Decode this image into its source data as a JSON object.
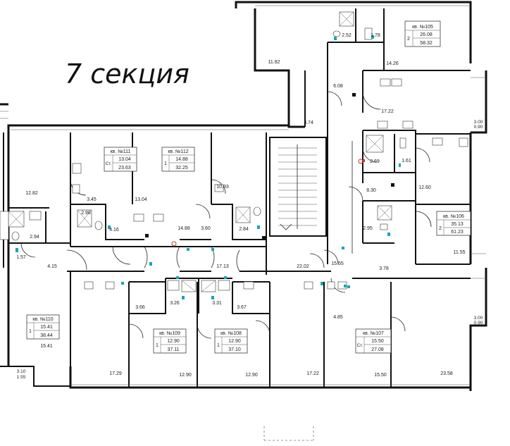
{
  "title": "7 секция",
  "apartments": [
    {
      "id": "apt-105",
      "name": "кв. №105",
      "rooms": "2",
      "living": "26.08",
      "total": "58.32"
    },
    {
      "id": "apt-106",
      "name": "кв. №106",
      "rooms": "2",
      "living": "35.13",
      "total": "61.23"
    },
    {
      "id": "apt-107",
      "name": "кв. №107",
      "rooms": "Ст.",
      "living": "15.50",
      "total": "27.08"
    },
    {
      "id": "apt-108",
      "name": "кв. №108",
      "rooms": "1",
      "living": "12.90",
      "total": "37.10"
    },
    {
      "id": "apt-109",
      "name": "кв. №109",
      "rooms": "1",
      "living": "12.90",
      "total": "37.11"
    },
    {
      "id": "apt-110",
      "name": "кв. №110",
      "rooms": "1",
      "living": "15.41",
      "total": "38.44"
    },
    {
      "id": "apt-111",
      "name": "кв. №111",
      "rooms": "Ст.",
      "living": "13.04",
      "total": "23.63"
    },
    {
      "id": "apt-112",
      "name": "кв. №112",
      "rooms": "1",
      "living": "14.88",
      "total": "32.25"
    }
  ],
  "room_areas": {
    "r_2_52": "2.52",
    "r_1_78": "1.78",
    "r_11_82": "11.82",
    "r_14_26": "14.26",
    "r_6_08": "6.08",
    "r_3_74": "3.74",
    "r_17_22_top": "17.22",
    "r_3_00_a": "3.00",
    "r_0_90_a": "0.90",
    "r_2_69": "2.69",
    "r_1_61": "1.61",
    "r_12_60": "12.60",
    "r_8_30": "8.30",
    "r_2_95": "2.95",
    "r_11_55": "11.55",
    "r_3_78": "3.78",
    "r_15_55": "15.55",
    "r_22_02": "22.02",
    "r_12_82": "12.82",
    "r_3_45": "3.45",
    "r_13_04": "13.04",
    "r_10_93": "10.93",
    "r_2_98": "2.98",
    "r_4_16": "4.16",
    "r_14_88": "14.88",
    "r_3_60": "3.60",
    "r_2_84": "2.84",
    "r_2_94": "2.94",
    "r_1_57": "1.57",
    "r_4_15": "4.15",
    "r_17_13": "17.13",
    "r_3_66": "3.66",
    "r_3_26": "3.26",
    "r_3_31": "3.31",
    "r_3_67": "3.67",
    "r_4_85": "4.85",
    "r_3_00_b": "3.00",
    "r_0_90_b": "0.90",
    "r_15_41": "15.41",
    "r_3_10": "3.10",
    "r_1_55": "1.55",
    "r_17_29": "17.29",
    "r_12_90_a": "12.90",
    "r_12_90_b": "12.90",
    "r_17_22_bot": "17.22",
    "r_15_50": "15.50",
    "r_23_58": "23.58"
  }
}
